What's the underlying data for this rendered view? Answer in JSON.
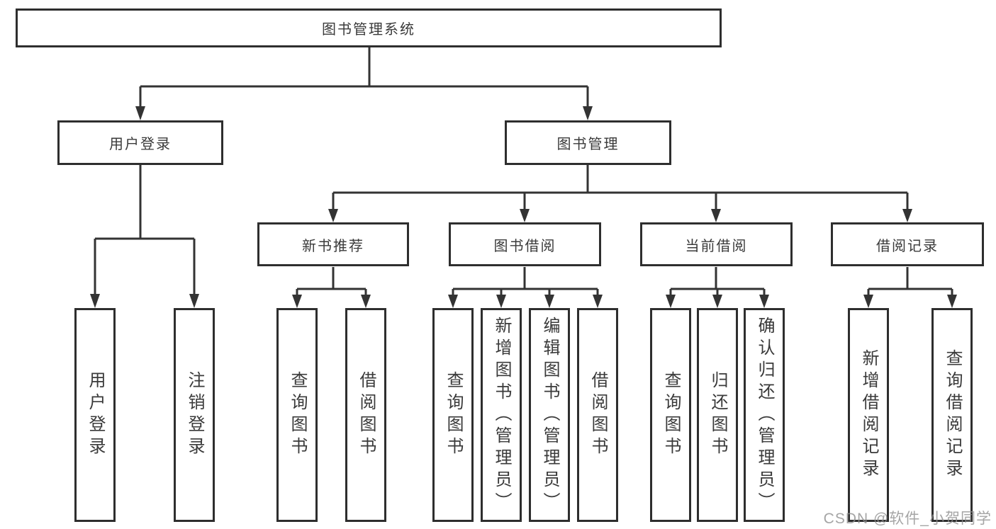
{
  "diagram": {
    "title": {
      "label": "图书管理系统"
    },
    "level2": [
      {
        "label": "用户登录"
      },
      {
        "label": "图书管理"
      }
    ],
    "level3": [
      {
        "label": "新书推荐"
      },
      {
        "label": "图书借阅"
      },
      {
        "label": "当前借阅"
      },
      {
        "label": "借阅记录"
      }
    ],
    "leaves": {
      "user_login": [
        {
          "label": "用户登录"
        },
        {
          "label": "注销登录"
        }
      ],
      "new_book": [
        {
          "label": "查询图书"
        },
        {
          "label": "借阅图书"
        }
      ],
      "book_borrow": [
        {
          "label": "查询图书"
        },
        {
          "label": "新增图书（管理员）"
        },
        {
          "label": "编辑图书（管理员）"
        },
        {
          "label": "借阅图书"
        }
      ],
      "current_borrow": [
        {
          "label": "查询图书"
        },
        {
          "label": "归还图书"
        },
        {
          "label": "确认归还（管理员）"
        }
      ],
      "borrow_record": [
        {
          "label": "新增借阅记录"
        },
        {
          "label": "查询借阅记录"
        }
      ]
    }
  },
  "watermark": "CSDN @软件_小贺同学",
  "colors": {
    "line": "#333333",
    "border": "#2e2e2e",
    "text": "#3a3a3a",
    "watermark": "#8f8f8f",
    "background": "#ffffff"
  }
}
